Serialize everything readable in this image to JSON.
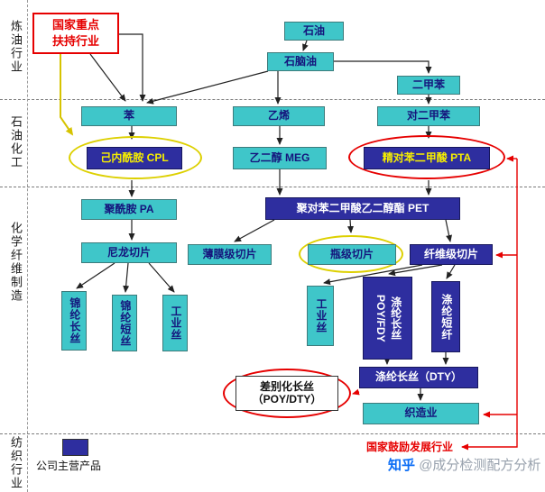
{
  "sections": {
    "refining": "炼油行业",
    "petrochemical": "石油化工",
    "chemical_fiber": "化学纤维制造",
    "textile": "纺织行业"
  },
  "annotations": {
    "key_support": "国家重点\n扶持行业",
    "encouraged": "国家鼓励发展行业",
    "legend_label": "公司主营产品"
  },
  "nodes": {
    "petroleum": "石油",
    "naphtha": "石脑油",
    "xylene": "二甲苯",
    "benzene": "苯",
    "ethylene": "乙烯",
    "paraxylene": "对二甲苯",
    "cpl": "己内酰胺 CPL",
    "meg": "乙二醇 MEG",
    "pta": "精对苯二甲酸 PTA",
    "pa": "聚酰胺 PA",
    "pet": "聚对苯二甲酸乙二醇酯 PET",
    "nylon_chip": "尼龙切片",
    "film_chip": "薄膜级切片",
    "bottle_chip": "瓶级切片",
    "fiber_chip": "纤维级切片",
    "nylon_filament": "锦纶长丝",
    "nylon_staple": "锦纶短丝",
    "industrial_yarn_left": "工业丝",
    "industrial_yarn_right": "工业丝",
    "poy_fdy": "POY/FDY",
    "poy_fdy_sub": "涤纶长丝",
    "polyester_staple": "涤纶短纤",
    "dty": "涤纶长丝（DTY）",
    "differentiated": "差别化长丝\n（POY/DTY）",
    "weaving": "织造业"
  },
  "watermark": {
    "brand": "知乎",
    "handle": "@成分检测配方分析"
  },
  "colors": {
    "teal": "#3FC6C9",
    "navy": "#2E2E9F",
    "red": "#E60000",
    "yellow_text": "#F6EE00",
    "yellow_line": "#D6C300"
  }
}
